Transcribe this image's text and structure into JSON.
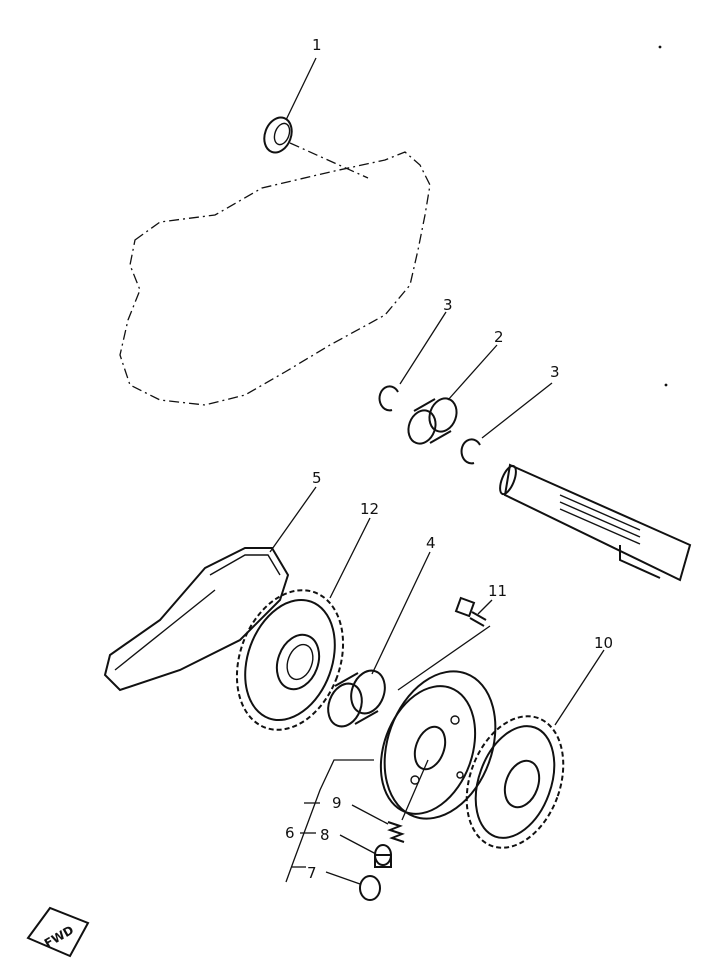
{
  "callouts": [
    {
      "id": "c1",
      "label": "1"
    },
    {
      "id": "c2",
      "label": "2"
    },
    {
      "id": "c3a",
      "label": "3"
    },
    {
      "id": "c3b",
      "label": "3"
    },
    {
      "id": "c4",
      "label": "4"
    },
    {
      "id": "c5",
      "label": "5"
    },
    {
      "id": "c6",
      "label": "6"
    },
    {
      "id": "c7",
      "label": "7"
    },
    {
      "id": "c8",
      "label": "8"
    },
    {
      "id": "c9",
      "label": "9"
    },
    {
      "id": "c10",
      "label": "10"
    },
    {
      "id": "c11",
      "label": "11"
    },
    {
      "id": "c12",
      "label": "12"
    }
  ],
  "fwd_badge": {
    "label": "FWD"
  },
  "colors": {
    "ink": "#111111",
    "paper": "#ffffff"
  }
}
